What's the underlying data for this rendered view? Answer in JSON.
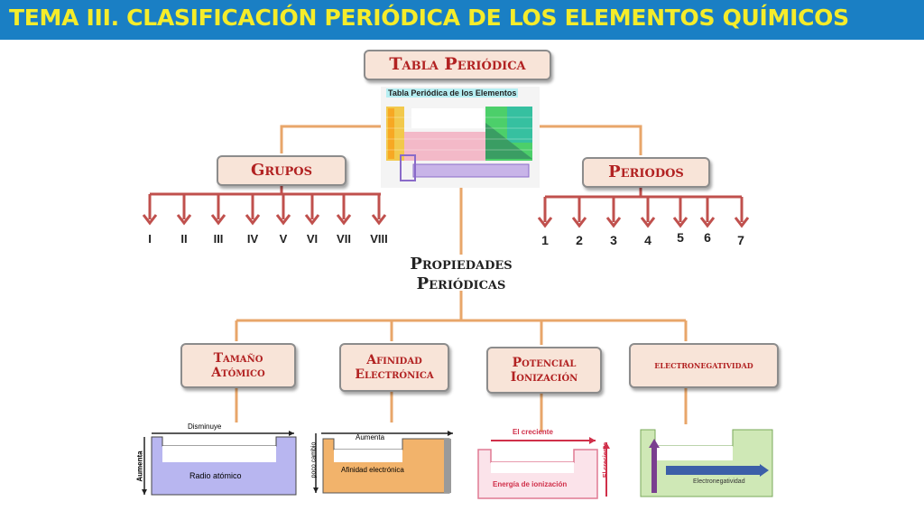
{
  "header": {
    "title": "TEMA III. CLASIFICACIÓN PERIÓDICA DE LOS ELEMENTOS QUÍMICOS"
  },
  "diagram": {
    "root": "Tabla Periódica",
    "table_image_title": "Tabla Periódica de los Elementos",
    "groups": {
      "label": "Grupos",
      "items": [
        "I",
        "II",
        "III",
        "IV",
        "V",
        "VI",
        "VII",
        "VIII"
      ]
    },
    "periods": {
      "label": "Periodos",
      "items": [
        "1",
        "2",
        "3",
        "4",
        "5",
        "6",
        "7"
      ]
    },
    "properties_label": "Propiedades Periódicas",
    "properties": [
      {
        "label": "Tamaño Atómico",
        "fig_top": "Disminuye",
        "fig_side": "Aumenta",
        "fig_center": "Radio atómico"
      },
      {
        "label": "Afinidad Electrónica",
        "fig_top": "Aumenta",
        "fig_side": "poco cambio",
        "fig_center": "Afinidad electrónica"
      },
      {
        "label": "Potencial Ionización",
        "fig_top": "El creciente",
        "fig_side": "El creciente",
        "fig_center": "Energía de ionización"
      },
      {
        "label": "electronegatividad",
        "fig_center": "Electronegatividad"
      }
    ]
  },
  "colors": {
    "banner": "#1a7fc4",
    "banner_text": "#f5ec2a",
    "connector": "#e8a66a",
    "arrow": "#c0504d",
    "box_fill": "#f8e4d8",
    "box_text": "#b22222"
  }
}
